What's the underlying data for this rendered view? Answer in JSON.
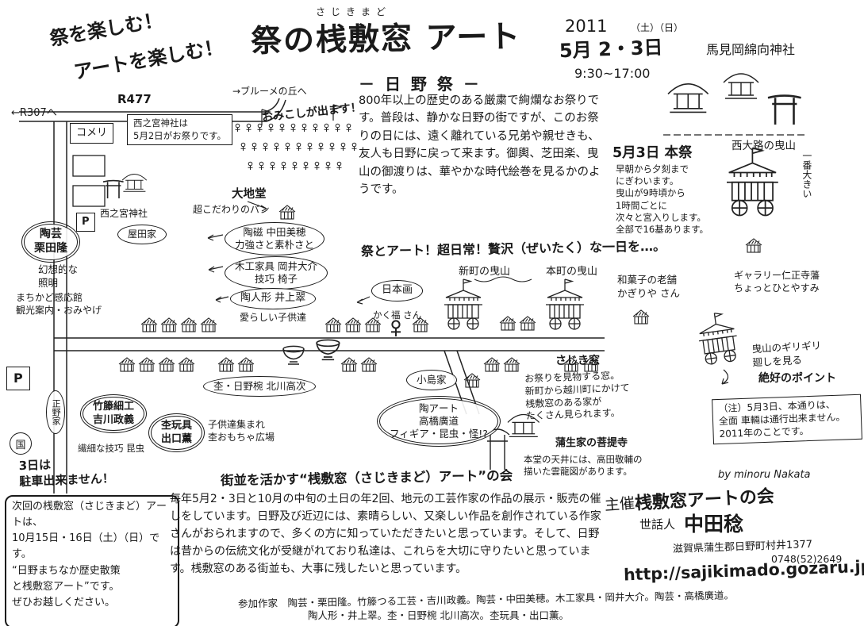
{
  "header": {
    "slogan1": "祭を楽しむ！",
    "slogan2": "アートを楽しむ！",
    "title_furigana": "さじきまど",
    "title": "祭の桟敷窓 アート",
    "year": "2011",
    "days": "（土）（日）",
    "date": "5月 2・3日",
    "time": "9:30~17:00",
    "shrine": "馬見岡綿向神社",
    "subtitle": "－ 日 野 祭 －"
  },
  "map": {
    "to_blume": "→ブルーメの丘へ",
    "r477": "R477",
    "to_r307": "←R307へ",
    "komeri": "コメリ",
    "parking_top": "P",
    "parking_bottom": "P",
    "kuni": "国",
    "nishinomiya_note": "西之宮神社は\n5月2日がお祭りです。",
    "nishinomiya": "西之宮神社",
    "omikoshi": "おみこしが出ます！",
    "daichido": "大地堂",
    "daichido_note": "超こだわりのパン",
    "yadaya": "屋田家",
    "shinmachi": "新町の曳山",
    "honmachi": "本町の曳山",
    "wagashi": "和菓子の老舗\nかぎりや さん",
    "nishioji": "西大路の曳山",
    "nishioji_note": "一番大きい",
    "gallery": "ギャラリー仁正寺藩\nちょっとひとやすみ",
    "girigiri": "曳山のギリギリ\n廻しを見る",
    "girigiri2": "絶好のポイント",
    "kojima": "小島家",
    "shono": "正野家",
    "no_parking": "3日は\n駐車出来ません！",
    "kodomo": "子供達集まれ\n杢おもちゃ広場"
  },
  "artists": {
    "kurita": "陶芸\n栗田隆",
    "kurita_note": "幻想的な\n照明",
    "machikado": "まちかど感応館\n観光案内・おみやげ",
    "nakata": "陶磁 中田美穂\n力強さと素朴さと",
    "okai": "木工家具 岡井大介\n技巧 椅子",
    "inoue": "陶人形 井上翠",
    "inoue_note": "愛らしい子供達",
    "nihonga": "日本画",
    "nihonga_note": "かく福 さん",
    "kitagawa": "杢・日野椀 北川高次",
    "takahashi": "陶アート\n高橋廣道\nフィギア・昆虫・怪!?",
    "deguchi": "杢玩具\n出口薫",
    "yoshikawa": "竹籐細工\n吉川政義",
    "yoshikawa_note": "繊細な技巧 昆虫"
  },
  "festival": {
    "description": "800年以上の歴史のある厳粛で絢爛なお祭りです。普段は、静かな日野の街ですが、このお祭りの日には、遠く離れている兄弟や親せきも、友人も日野に戻って来ます。御輿、芝田楽、曳山の御渡りは、華やかな時代絵巻を見るかのようです。",
    "catch": "祭とアート！超日常！贅沢（ぜいたく）な一日を…。",
    "honmatsuri_title": "5月3日 本祭",
    "honmatsuri": "早朝から夕刻まで\nにぎわいます。\n曳山が9時頃から\n1時間ごとに\n次々と宮入りします。\n全部で16基あります。",
    "sajiki_title": "さじき窓",
    "sajiki_note": "お祭りを見物する窓。\n新町から越川町にかけて\n桟敷窓のある家が\nたくさん見られます。",
    "bodaiji_title": "蒲生家の菩提寺",
    "bodaiji_note": "本堂の天井には、高田敬輔の\n描いた雲龍図があります。",
    "notice": "（注）5月3日、本通りは、\n全面 車輛は通行出来ません。\n2011年のことです。",
    "signature": "by minoru Nakata"
  },
  "kai": {
    "title": "街並を活かす“桟敷窓（さじきまど）アート”の会",
    "text": "毎年5月2・3日と10月の中旬の土日の年2回、地元の工芸作家の作品の展示・販売の催しをしています。日野及び近辺には、素晴らしい、又楽しい作品を創作されている作家さんがおられますので、多くの方に知っていただきたいと思っています。そして、日野は昔からの伝統文化が受継がれており私達は、これらを大切に守りたいと思っています。桟敷窓のある街並も、大事に残したいと思っています。"
  },
  "next_event": "次回の桟敷窓（さじきまど）アートは、\n10月15日・16日（土）（日）です。\n“日野まちなか歴史散策\nと桟敷窓アート”です。\nぜひお越しください。",
  "organizer": {
    "shusai": "主催、",
    "org": "桟敷窓アートの会",
    "sewanin_label": "世話人",
    "sewanin": "中田稔",
    "address": "滋賀県蒲生郡日野町村井1377",
    "tel": "0748(52)2649",
    "url": "http://sajikimado.gozaru.jp"
  },
  "participants": {
    "line1": "参加作家　陶芸・栗田隆。竹籐つる工芸・吉川政義。陶芸・中田美穂。木工家具・岡井大介。陶芸・高橋廣道。",
    "line2": "陶人形・井上翠。杢・日野椀 北川高次。杢玩具・出口薫。"
  },
  "colors": {
    "ink": "#1a1a1a",
    "paper": "#ffffff"
  }
}
